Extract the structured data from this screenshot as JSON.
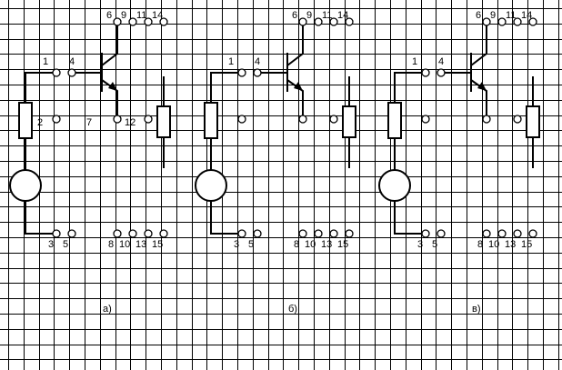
{
  "panels": [
    {
      "caption": "а)",
      "labels": {
        "t6": "6",
        "t9": "9",
        "t11": "11",
        "t14": "14",
        "t1": "1",
        "t4": "4",
        "t2": "2",
        "t7": "7",
        "t12": "12",
        "t3": "3",
        "t5": "5",
        "t8": "8",
        "t10": "10",
        "t13": "13",
        "t15": "15"
      }
    },
    {
      "caption": "б)",
      "labels": {
        "t6": "6",
        "t9": "9",
        "t11": "11",
        "t14": "14",
        "t1": "1",
        "t4": "4",
        "t3": "3",
        "t5": "5",
        "t8": "8",
        "t10": "10",
        "t13": "13",
        "t15": "15"
      }
    },
    {
      "caption": "в)",
      "labels": {
        "t6": "6",
        "t9": "9",
        "t11": "11",
        "t14": "14",
        "t1": "1",
        "t4": "4",
        "t3": "3",
        "t5": "5",
        "t8": "8",
        "t10": "10",
        "t13": "13",
        "t15": "15"
      }
    }
  ]
}
